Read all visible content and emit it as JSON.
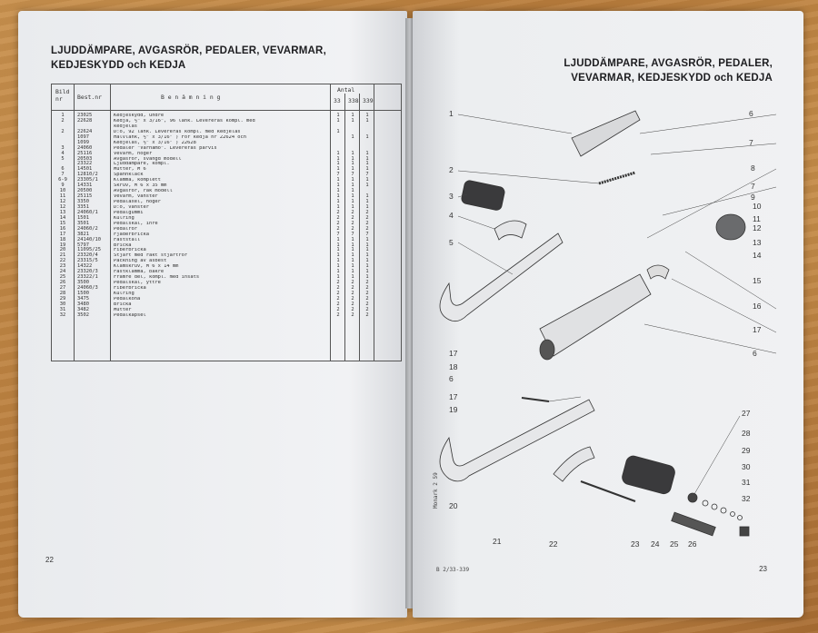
{
  "left_page": {
    "title": "LJUDDÄMPARE, AVGASRÖR, PEDALER, VEVARMAR, KEDJESKYDD och KEDJA",
    "header": {
      "bild": "Bild nr",
      "best": "Best.nr",
      "benamning": "B e n ä m n i n g",
      "antal": "Antal",
      "models": [
        "33",
        "338",
        "339"
      ]
    },
    "rows": [
      [
        "1",
        "23025",
        "Kedjeskydd, undre",
        "1",
        "1",
        "1"
      ],
      [
        "2",
        "22628",
        "Kedja, ½\" x 3/16\", 96 länk. Levereras kompl. med",
        "1",
        "1",
        "1"
      ],
      [
        "",
        "",
        "kedjelås",
        "",
        "",
        ""
      ],
      [
        "2",
        "22624",
        "D:o, 92 länk. Levereras kompl. med kedjelås",
        "1",
        "",
        ""
      ],
      [
        "",
        "1097",
        "Halvlänk, ½\" x 3/16\" ) För kedja nr 22624 och",
        "",
        "1",
        "1"
      ],
      [
        "",
        "1099",
        "Kedjelås, ½\" x 3/16\" ) 22628",
        "",
        "",
        ""
      ],
      [
        "3",
        "24060",
        "Pedaler \"Värnamo\". Levereras parvis",
        "",
        "",
        ""
      ],
      [
        "4",
        "25116",
        "Vevarm, höger",
        "1",
        "1",
        "1"
      ],
      [
        "5",
        "20503",
        "Avgasrör, svängd modell",
        "1",
        "1",
        "1"
      ],
      [
        "",
        "23322",
        "Ljuddämpare, kompl.",
        "1",
        "1",
        "1"
      ],
      [
        "6",
        "14501",
        "Mutter, M 6",
        "1",
        "1",
        "1"
      ],
      [
        "7",
        "12810/2",
        "Spännklack",
        "7",
        "7",
        "7"
      ],
      [
        "6-9",
        "23305/1",
        "Klämma, komplett",
        "1",
        "1",
        "1"
      ],
      [
        "9",
        "14331",
        "Skruv, M 6 x 35 mm",
        "1",
        "1",
        "1"
      ],
      [
        "10",
        "20500",
        "Avgasrör, rak modell",
        "1",
        "1",
        ""
      ],
      [
        "11",
        "25115",
        "Vevarm, vänster",
        "1",
        "1",
        "1"
      ],
      [
        "12",
        "3350",
        "Pedalaxel, höger",
        "1",
        "1",
        "1"
      ],
      [
        "12",
        "3351",
        "D:o, vänster",
        "1",
        "1",
        "1"
      ],
      [
        "13",
        "24060/1",
        "Pedalgummi",
        "2",
        "2",
        "2"
      ],
      [
        "14",
        "1501",
        "Kulring",
        "2",
        "2",
        "2"
      ],
      [
        "15",
        "3501",
        "Pedalskål, inre",
        "2",
        "2",
        "2"
      ],
      [
        "16",
        "24060/2",
        "Pedalrör",
        "2",
        "2",
        "2"
      ],
      [
        "17",
        "3821",
        "Fjäderbricka",
        "7",
        "7",
        "7"
      ],
      [
        "18",
        "24140/10",
        "Fästställ",
        "1",
        "1",
        "1"
      ],
      [
        "19",
        "5797",
        "Bricka",
        "1",
        "1",
        "1"
      ],
      [
        "20",
        "11095/25",
        "Fiberbricka",
        "1",
        "1",
        "1"
      ],
      [
        "21",
        "23320/4",
        "Stjärt med rakt stjärtrör",
        "1",
        "1",
        "1"
      ],
      [
        "22",
        "23315/5",
        "Packning av asbest",
        "1",
        "1",
        "1"
      ],
      [
        "23",
        "14322",
        "Klämskruv, M 6 x 14 mm",
        "1",
        "1",
        "1"
      ],
      [
        "24",
        "23320/3",
        "Fästklamma, bakre",
        "1",
        "1",
        "1"
      ],
      [
        "25",
        "23322/1",
        "Främre del, kompl. med insats",
        "1",
        "1",
        "1"
      ],
      [
        "26",
        "3500",
        "Pedalskål, yttre",
        "2",
        "2",
        "2"
      ],
      [
        "27",
        "24060/3",
        "Fiberbricka",
        "2",
        "2",
        "2"
      ],
      [
        "28",
        "1500",
        "Kulring",
        "2",
        "2",
        "2"
      ],
      [
        "29",
        "3475",
        "Pedalkona",
        "2",
        "2",
        "2"
      ],
      [
        "30",
        "3480",
        "Bricka",
        "2",
        "2",
        "2"
      ],
      [
        "31",
        "3482",
        "Mutter",
        "2",
        "2",
        "2"
      ],
      [
        "32",
        "3502",
        "Pedalkapsel",
        "2",
        "2",
        "2"
      ]
    ],
    "page_number": "22"
  },
  "right_page": {
    "title": "LJUDDÄMPARE, AVGASRÖR, PEDALER, VEVARMAR, KEDJESKYDD och KEDJA",
    "callouts": [
      "1",
      "2",
      "3",
      "4",
      "5",
      "6",
      "7",
      "8",
      "7",
      "9",
      "10",
      "11",
      "12",
      "13",
      "14",
      "15",
      "16",
      "17",
      "6",
      "17",
      "18",
      "6",
      "17",
      "19",
      "20",
      "21",
      "22",
      "23",
      "24",
      "25",
      "26",
      "27",
      "28",
      "29",
      "30",
      "31",
      "32"
    ],
    "side_note": "Monark 2 59",
    "footer_code": "B 2/33-339",
    "page_number": "23"
  }
}
